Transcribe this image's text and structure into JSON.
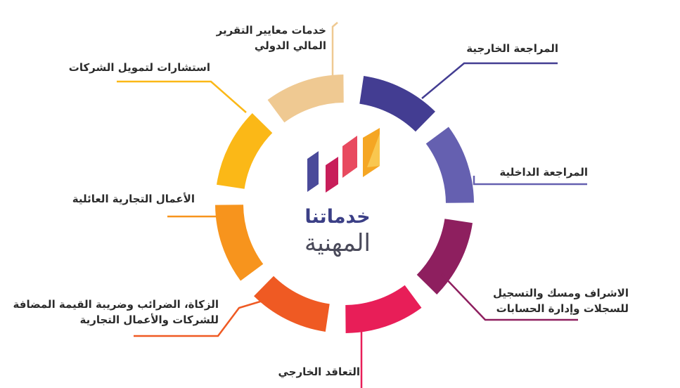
{
  "center": {
    "title_line1": "خدماتنا",
    "title_line2": "المهنية"
  },
  "services": [
    {
      "name": "external-audit",
      "lines": [
        "المراجعة الخارجية"
      ],
      "color": "#433d92"
    },
    {
      "name": "internal-audit",
      "lines": [
        "المراجعة الداخلية"
      ],
      "color": "#6560b0"
    },
    {
      "name": "bookkeeping",
      "lines": [
        "الاشراف ومسك والتسجيل",
        "للسجلات وإدارة الحسابات"
      ],
      "color": "#8e1f5f"
    },
    {
      "name": "outsourcing",
      "lines": [
        "التعاقد الخارجي"
      ],
      "color": "#e81e58"
    },
    {
      "name": "zakat-tax-vat",
      "lines": [
        "الزكاة، الضرائب وضريبة القيمة المضافة",
        "للشركات والأعمال التجارية"
      ],
      "color": "#ef5a23"
    },
    {
      "name": "family-business",
      "lines": [
        "الأعمال التجارية العائلية"
      ],
      "color": "#f7941d"
    },
    {
      "name": "financing-consulting",
      "lines": [
        "استشارات لتمويل الشركات"
      ],
      "color": "#fbb817"
    },
    {
      "name": "ifrs-services",
      "lines": [
        "خدمات معايير التقرير",
        "المالي الدولي"
      ],
      "color": "#efc992"
    }
  ]
}
